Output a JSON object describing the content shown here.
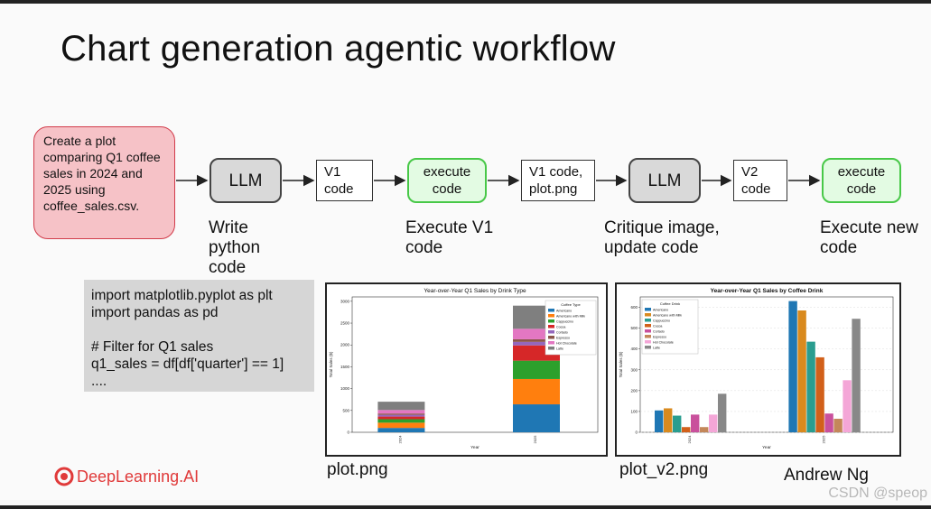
{
  "title": "Chart generation agentic workflow",
  "workflow": {
    "prompt": "Create a plot comparing Q1 coffee sales in 2024 and 2025 using coffee_sales.csv.",
    "llm1": "LLM",
    "v1code": "V1 code",
    "exec1": "execute code",
    "v1plot": "V1 code, plot.png",
    "llm2": "LLM",
    "v2code": "V2 code",
    "exec2": "execute code",
    "cap_write": "Write python code",
    "cap_exec1": "Execute V1 code",
    "cap_critique": "Critique image, update code",
    "cap_exec2": "Execute new code"
  },
  "code_snippet": "import matplotlib.pyplot as plt\nimport pandas as pd\n\n# Filter for Q1 sales\nq1_sales = df[df['quarter'] == 1]\n....",
  "files": {
    "plot1": "plot.png",
    "plot2": "plot_v2.png"
  },
  "footer": {
    "logo": "DeepLearning.AI",
    "author": "Andrew Ng",
    "watermark": "CSDN @speop"
  },
  "colors": {
    "prompt_fill": "#f6c2c7",
    "exec_border": "#48c848",
    "logo": "#e03a3a"
  },
  "chart_data": [
    {
      "type": "bar",
      "stacked": true,
      "title": "Year-over-Year Q1 Sales by Drink Type",
      "xlabel": "Year",
      "ylabel": "Total Sales ($)",
      "categories": [
        "2024",
        "2025"
      ],
      "ylim": [
        0,
        3100
      ],
      "yticks": [
        0,
        500,
        1000,
        1500,
        2000,
        2500,
        3000
      ],
      "legend_title": "Coffee Type",
      "legend_position": "top-right",
      "series": [
        {
          "name": "Americano",
          "color": "#1f77b4",
          "values": [
            100,
            640
          ]
        },
        {
          "name": "Americano with Milk",
          "color": "#ff7f0e",
          "values": [
            120,
            580
          ]
        },
        {
          "name": "Cappuccino",
          "color": "#2ca02c",
          "values": [
            80,
            420
          ]
        },
        {
          "name": "Cocoa",
          "color": "#d62728",
          "values": [
            60,
            350
          ]
        },
        {
          "name": "Cortado",
          "color": "#9467bd",
          "values": [
            40,
            80
          ]
        },
        {
          "name": "Espresso",
          "color": "#8c564b",
          "values": [
            30,
            60
          ]
        },
        {
          "name": "Hot Chocolate",
          "color": "#e377c2",
          "values": [
            80,
            240
          ]
        },
        {
          "name": "Latte",
          "color": "#7f7f7f",
          "values": [
            190,
            530
          ]
        }
      ]
    },
    {
      "type": "bar",
      "stacked": false,
      "title": "Year-over-Year Q1 Sales by Coffee Drink",
      "xlabel": "Year",
      "ylabel": "Total Sales ($)",
      "categories": [
        "2024",
        "2025"
      ],
      "ylim": [
        0,
        650
      ],
      "yticks": [
        0,
        100,
        200,
        300,
        400,
        500,
        600
      ],
      "legend_title": "Coffee Drink",
      "legend_position": "top-left",
      "series": [
        {
          "name": "Americano",
          "color": "#1f77b4",
          "values": [
            105,
            630
          ]
        },
        {
          "name": "Americano with Milk",
          "color": "#d98a1e",
          "values": [
            115,
            585
          ]
        },
        {
          "name": "Cappuccino",
          "color": "#2a9d8f",
          "values": [
            80,
            435
          ]
        },
        {
          "name": "Cocoa",
          "color": "#d2601a",
          "values": [
            25,
            360
          ]
        },
        {
          "name": "Cortado",
          "color": "#c9509c",
          "values": [
            85,
            90
          ]
        },
        {
          "name": "Espresso",
          "color": "#c4875a",
          "values": [
            25,
            65
          ]
        },
        {
          "name": "Hot Chocolate",
          "color": "#f4a6d7",
          "values": [
            85,
            250
          ]
        },
        {
          "name": "Latte",
          "color": "#888888",
          "values": [
            185,
            545
          ]
        }
      ]
    }
  ]
}
